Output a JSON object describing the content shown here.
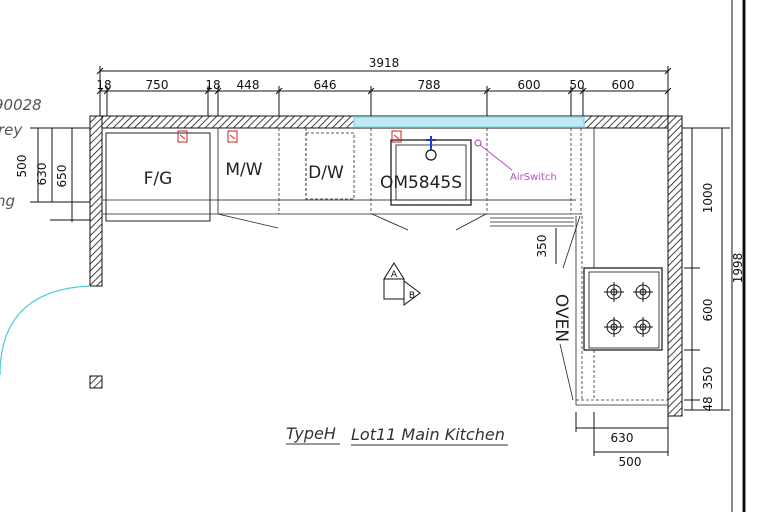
{
  "dimensions_top": {
    "overall": "3918",
    "segments": [
      "18",
      "750",
      "18",
      "448",
      "646",
      "788",
      "600",
      "50",
      "600"
    ]
  },
  "dimensions_left": [
    "500",
    "630",
    "650"
  ],
  "dimensions_right": {
    "upper": "1000",
    "overall": "1998",
    "middle": "600",
    "lower": "350",
    "end": "48"
  },
  "dimensions_bottom": {
    "inner": "630",
    "outer": "500"
  },
  "dimension_350_side": "350",
  "appliances": {
    "fridge": "F/G",
    "microwave": "M/W",
    "dishwasher": "D/W",
    "sink": "OM5845S",
    "oven": "OVEN",
    "air_switch": "AirSwitch"
  },
  "view_marker": {
    "a": "A",
    "b": "B"
  },
  "caption": {
    "type": "TypeH",
    "title": "Lot11 Main Kitchen"
  },
  "left_edge_text": [
    "90028",
    "rey",
    "ng"
  ],
  "colors": {
    "air_switch": "#c04ac8",
    "window": "#8ed8e8",
    "door_arc": "#55ccdd",
    "power_point": "#cc2222",
    "tap": "#1a3ad0"
  }
}
